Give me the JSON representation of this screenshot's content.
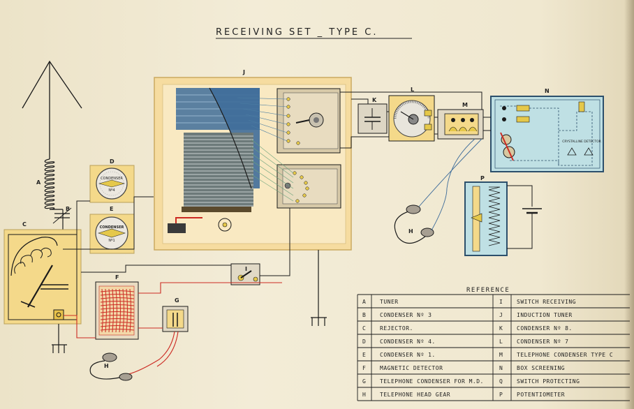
{
  "title": "RECEIVING SET _ TYPE C.",
  "reference": {
    "heading": "REFERENCE",
    "left": [
      {
        "key": "A",
        "label": "TUNER"
      },
      {
        "key": "B",
        "label": "CONDENSER Nº 3"
      },
      {
        "key": "C",
        "label": "REJECTOR."
      },
      {
        "key": "D",
        "label": "CONDENSER Nº 4."
      },
      {
        "key": "E",
        "label": "CONDENSER Nº 1."
      },
      {
        "key": "F",
        "label": "MAGNETIC DETECTOR"
      },
      {
        "key": "G",
        "label": "TELEPHONE CONDENSER FOR M.D."
      },
      {
        "key": "H",
        "label": "TELEPHONE HEAD GEAR"
      }
    ],
    "right": [
      {
        "key": "I",
        "label": "SWITCH RECEIVING"
      },
      {
        "key": "J",
        "label": "INDUCTION TUNER"
      },
      {
        "key": "K",
        "label": "CONDENSER Nº 8."
      },
      {
        "key": "L",
        "label": "CONDENSER Nº 7"
      },
      {
        "key": "M",
        "label": "TELEPHONE CONDENSER TYPE C"
      },
      {
        "key": "N",
        "label": "BOX SCREENING"
      },
      {
        "key": "Q",
        "label": "SWITCH PROTECTING"
      },
      {
        "key": "P",
        "label": "POTENTIOMETER"
      }
    ]
  },
  "labels": {
    "A": "A",
    "B": "B",
    "C": "C",
    "D": "D",
    "E": "E",
    "F": "F",
    "G": "G",
    "H1": "H",
    "H2": "H",
    "I": "I",
    "J": "J",
    "K": "K",
    "L": "L",
    "M": "M",
    "N": "N",
    "P": "P"
  },
  "dial_text": {
    "D": "CONDENSER",
    "D_no": "Nº4",
    "E": "CONDENSER",
    "E_no": "Nº1"
  },
  "detector_text": "CRYSTALLINE DETECTOR",
  "colors": {
    "red": "#cc2a22",
    "blue": "#3f6d9a",
    "yellow": "#f4d98a",
    "screen": "#bfe0e4",
    "wire": "#1a1a1a"
  }
}
